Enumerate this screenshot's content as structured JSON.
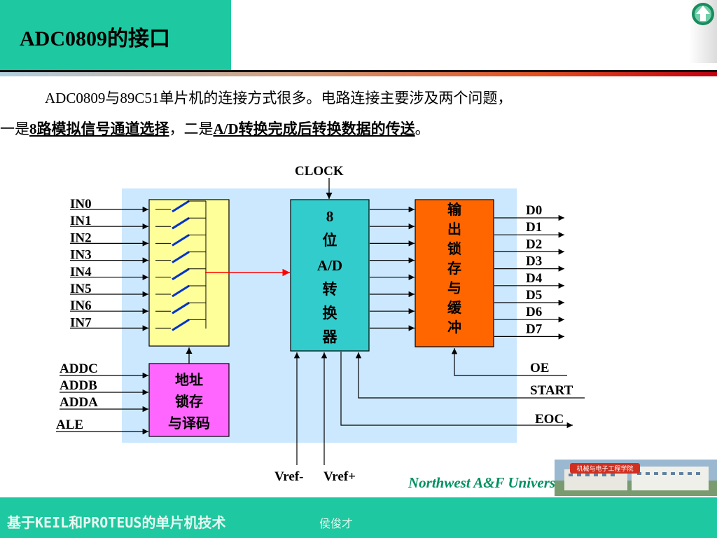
{
  "slide": {
    "title": "ADC0809的接口",
    "intro": {
      "line1": "ADC0809与89C51单片机的连接方式很多。电路连接主要涉及两个问题，",
      "line2_a": "一是",
      "line2_b": "8路模拟信号通道选择",
      "line2_c": "，二是",
      "line2_d": "A/D转换完成后转换数据的传送",
      "line2_e": "。"
    }
  },
  "diagram": {
    "clock_label": "CLOCK",
    "inputs": [
      "IN0",
      "IN1",
      "IN2",
      "IN3",
      "IN4",
      "IN5",
      "IN6",
      "IN7"
    ],
    "outputs": [
      "D0",
      "D1",
      "D2",
      "D3",
      "D4",
      "D5",
      "D6",
      "D7"
    ],
    "address_inputs": [
      "ADDC",
      "ADDB",
      "ADDA",
      "ALE"
    ],
    "address_latch": [
      "地址",
      "锁存",
      "与译码"
    ],
    "converter": [
      "8",
      "位",
      "A/D",
      "转",
      "换",
      "器"
    ],
    "output_latch": [
      "输",
      "出",
      "锁",
      "存",
      "与",
      "缓",
      "冲"
    ],
    "control_signals": {
      "oe": "OE",
      "start": "START",
      "eoc": "EOC"
    },
    "vref_minus": "Vref-",
    "vref_plus": "Vref+",
    "colors": {
      "panel": "#cce8ff",
      "mux": "#ffff99",
      "converter": "#33cccc",
      "output_latch": "#ff6600",
      "address_latch": "#ff66ff",
      "switch": "#0033cc",
      "signal_arrow": "#ff0000"
    }
  },
  "footer": {
    "course": "基于KEIL和PROTEUS的单片机技术",
    "author": "侯俊才",
    "university": "Northwest  A&F  University",
    "college_badge": "机械与电子工程学院"
  }
}
